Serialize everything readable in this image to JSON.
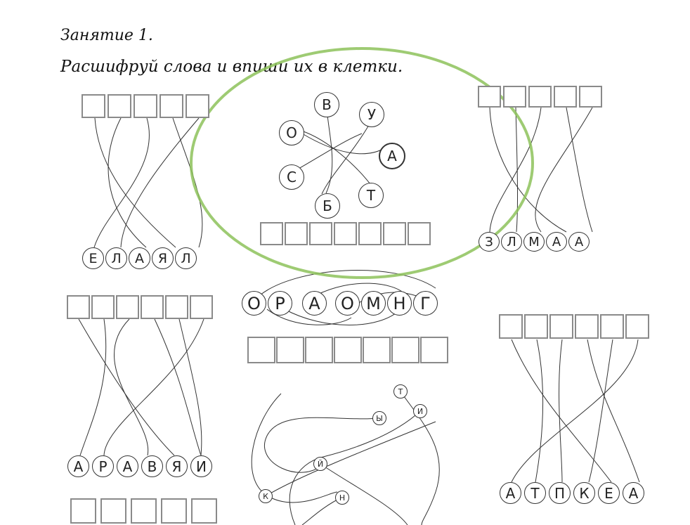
{
  "lesson_title": "Занятие 1.",
  "task_text": "Расшифруй слова и впиши их в клетки.",
  "puzzles": [
    {
      "id": "top-left",
      "letters": [
        "Е",
        "Л",
        "А",
        "Я",
        "Л"
      ],
      "cells": 5
    },
    {
      "id": "flower",
      "letters": [
        "В",
        "У",
        "О",
        "А",
        "С",
        "Т",
        "Б"
      ],
      "cells": 7
    },
    {
      "id": "top-right",
      "letters": [
        "З",
        "Л",
        "М",
        "А",
        "А"
      ],
      "cells": 5
    },
    {
      "id": "middle-left",
      "letters": [
        "А",
        "Р",
        "А",
        "В",
        "Я",
        "И"
      ],
      "cells": 6
    },
    {
      "id": "middle-center",
      "letters": [
        "О",
        "Р",
        "А",
        "О",
        "М",
        "Н",
        "Г"
      ],
      "cells": 7
    },
    {
      "id": "middle-right",
      "letters": [
        "А",
        "Т",
        "П",
        "К",
        "Е",
        "А"
      ],
      "cells": 6
    },
    {
      "id": "bottom-center",
      "letters": [
        "Т",
        "Ы",
        "И",
        "Й",
        "К",
        "Н"
      ],
      "cells": 0
    },
    {
      "id": "bottom-left",
      "letters": [],
      "cells": 5
    }
  ],
  "colors": {
    "highlight_ring": "#8dc25a",
    "cell_border": "#8a8a8a",
    "ink": "#333333"
  }
}
